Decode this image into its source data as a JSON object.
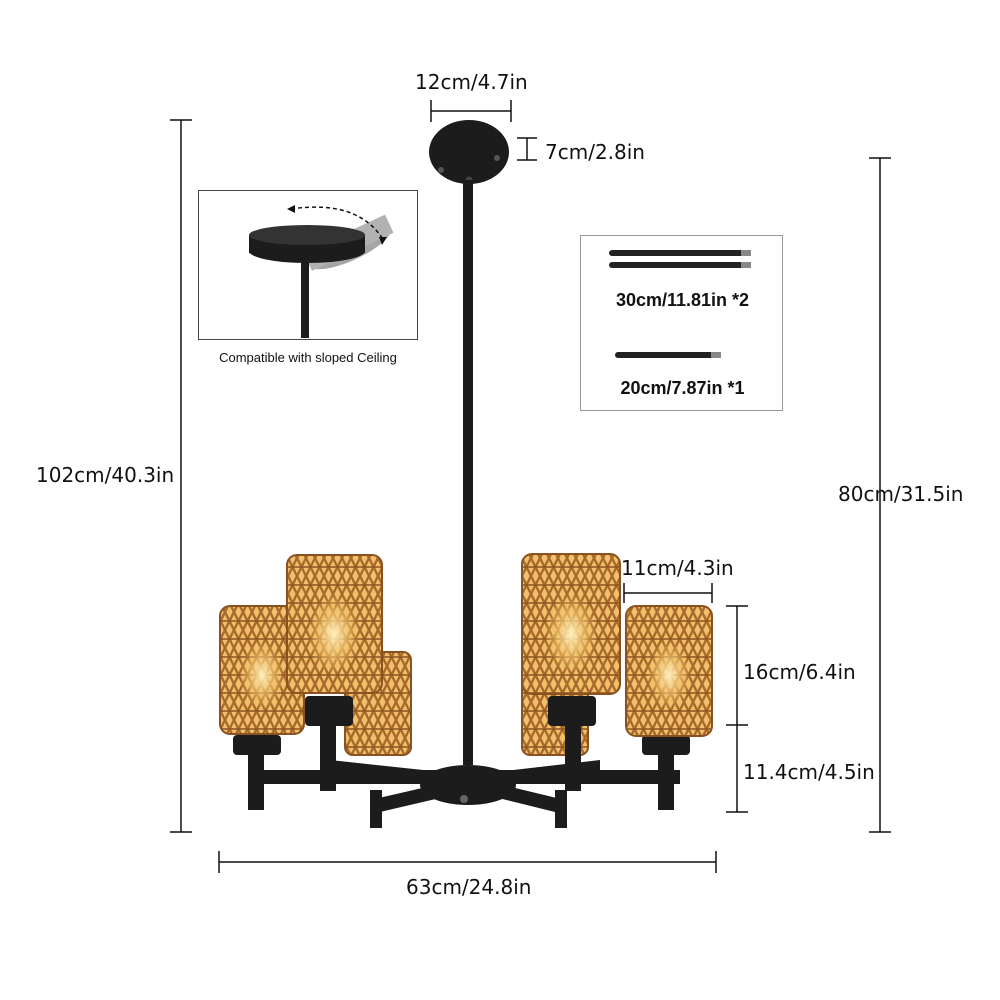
{
  "dimensions": {
    "canopy_width": "12cm/4.7in",
    "canopy_height": "7cm/2.8in",
    "total_height": "102cm/40.3in",
    "adjustable_height": "80cm/31.5in",
    "shade_diameter": "11cm/4.3in",
    "shade_height": "16cm/6.4in",
    "socket_height": "11.4cm/4.5in",
    "total_width": "63cm/24.8in"
  },
  "inset": {
    "caption": "Compatible with sloped Ceiling"
  },
  "rods": {
    "long_rods": "30cm/11.81in *2",
    "short_rod": "20cm/7.87in *1"
  },
  "colors": {
    "metal": "#1c1c1c",
    "rattan": "#b3773a",
    "rattan_dark": "#7a4a1e",
    "glow": "#f3c46a"
  }
}
